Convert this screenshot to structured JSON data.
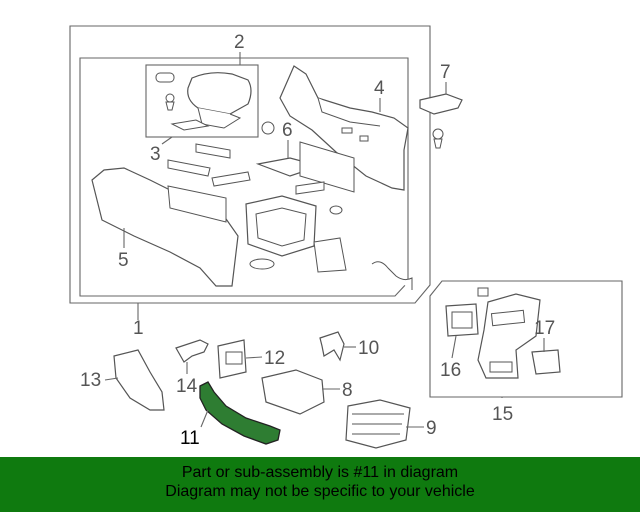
{
  "callouts": {
    "c1": "1",
    "c2": "2",
    "c3": "3",
    "c4": "4",
    "c5": "5",
    "c6": "6",
    "c7": "7",
    "c8": "8",
    "c9": "9",
    "c10": "10",
    "c11": "11",
    "c12": "12",
    "c13": "13",
    "c14": "14",
    "c15": "15",
    "c16": "16",
    "c17": "17"
  },
  "banner": {
    "line1": "Part or sub-assembly is #11 in diagram",
    "line2": "Diagram may not be specific to your vehicle"
  },
  "colors": {
    "highlight": "#2e7d32",
    "banner_bg": "#0f7a0f",
    "line": "#666666"
  }
}
